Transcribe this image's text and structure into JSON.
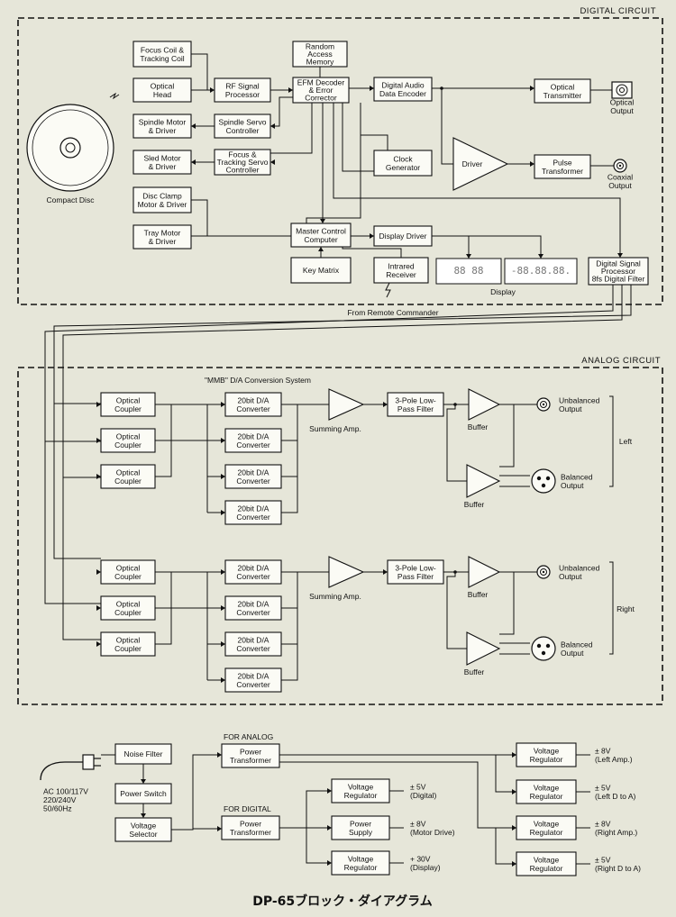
{
  "digital": {
    "section_label": "DIGITAL CIRCUIT",
    "focus_coil": "Focus Coil &|Tracking Coil",
    "optical_head": "Optical|Head",
    "spindle_motor": "Spindle Motor|& Driver",
    "sled_motor": "Sled Motor|& Driver",
    "disc_clamp": "Disc Clamp|Motor & Driver",
    "tray_motor": "Tray Motor|& Driver",
    "compact_disc": "Compact Disc",
    "rf_signal": "RF Signal|Processor",
    "spindle_servo": "Spindle Servo|Controller",
    "focus_tracking_servo": "Focus &|Tracking Servo|Controller",
    "random_access": "Random|Access|Memory",
    "efm_decoder": "EFM Decoder|& Error|Corrector",
    "digital_audio_encoder": "Digital Audio|Data Encoder",
    "clock_generator": "Clock|Generator",
    "master_control": "Master Control|Computer",
    "key_matrix": "Key Matrix",
    "infrared_receiver": "Intrared|Receiver",
    "display_driver": "Display Driver",
    "display_label": "Display",
    "lcd_left": "88   88",
    "lcd_right": "-88.88.88.",
    "dsp": "Digital Signal|Processor|8fs Digital Filter",
    "driver": "Driver",
    "optical_transmitter": "Optical|Transmitter",
    "optical_output": "Optical|Output",
    "pulse_transformer": "Pulse|Transformer",
    "coaxial_output": "Coaxial|Output",
    "from_remote": "From Remote Commander"
  },
  "analog": {
    "section_label": "ANALOG CIRCUIT",
    "system_label": "\"MMB\" D/A Conversion System",
    "optical_coupler": "Optical|Coupler",
    "dac": "20bit D/A|Converter",
    "summing_amp": "Summing Amp.",
    "lowpass": "3-Pole Low-|Pass Filter",
    "buffer": "Buffer",
    "unbalanced_output": "Unbalanced|Output",
    "balanced_output": "Balanced|Output",
    "left": "Left",
    "right": "Right"
  },
  "power": {
    "ac_input": "AC 100/117V|220/240V|50/60Hz",
    "noise_filter": "Noise Filter",
    "power_switch": "Power Switch",
    "voltage_selector": "Voltage|Selector",
    "for_analog": "FOR ANALOG",
    "for_digital": "FOR DIGITAL",
    "power_transformer": "Power|Transformer",
    "voltage_regulator": "Voltage|Regulator",
    "power_supply": "Power|Supply",
    "out_digital_5v": "± 5V|(Digital)",
    "out_motor_8v": "± 8V|(Motor Drive)",
    "out_display_30v": "+ 30V|(Display)",
    "out_left_amp": "± 8V|(Left Amp.)",
    "out_left_dtoa": "± 5V|(Left  D to A)",
    "out_right_amp": "± 8V|(Right Amp.)",
    "out_right_dtoa": "± 5V|(Right  D to A)"
  },
  "title": "DP-65ブロック・ダイアグラム"
}
